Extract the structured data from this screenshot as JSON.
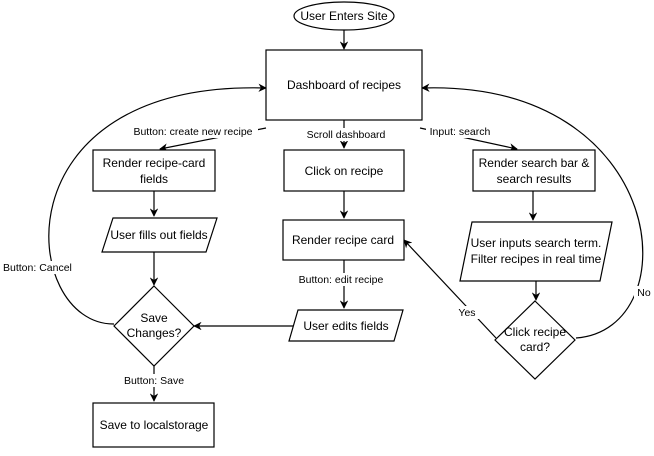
{
  "nodes": {
    "start": [
      "User Enters Site"
    ],
    "dashboard": [
      "Dashboard of recipes"
    ],
    "render_fields": [
      "Render recipe-card",
      "fields"
    ],
    "click_recipe": [
      "Click on recipe"
    ],
    "render_search": [
      "Render search bar &",
      "search results"
    ],
    "fill_fields": [
      "User fills out fields"
    ],
    "render_card": [
      "Render recipe card"
    ],
    "search_term": [
      "User inputs search term.",
      "Filter recipes in real time"
    ],
    "save_changes": [
      "Save",
      "Changes?"
    ],
    "edit_fields": [
      "User edits fields"
    ],
    "click_card": [
      "Click recipe",
      "card?"
    ],
    "save_local": [
      "Save to localstorage"
    ]
  },
  "edge_labels": {
    "create": "Button: create new recipe",
    "scroll": "Scroll dashboard",
    "search": "Input: search",
    "cancel": "Button: Cancel",
    "edit": "Button: edit recipe",
    "save": "Button: Save",
    "yes": "Yes",
    "no": "No"
  }
}
